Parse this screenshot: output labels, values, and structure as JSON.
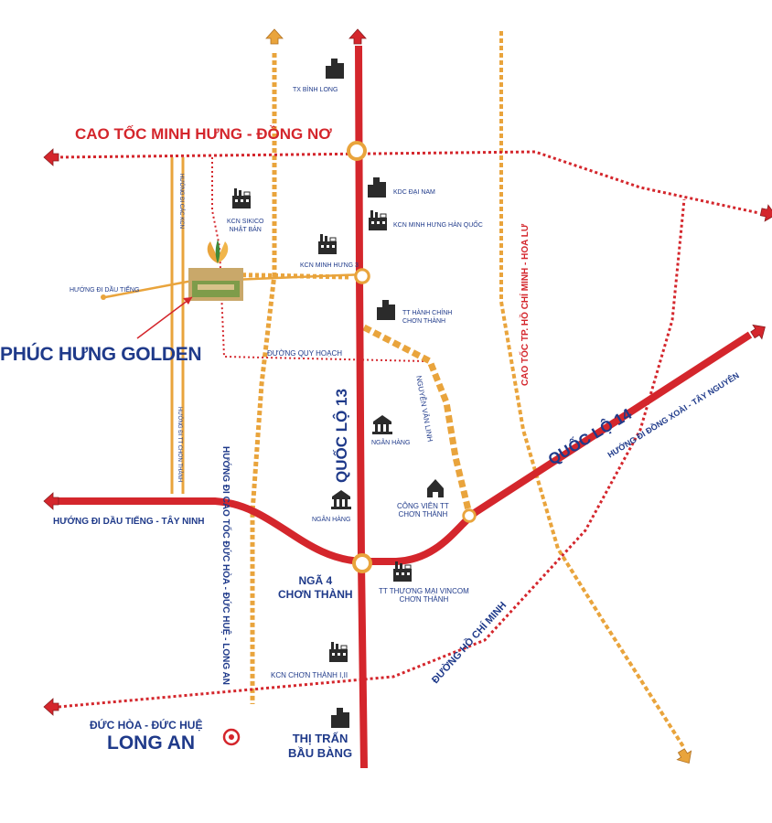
{
  "map": {
    "colors": {
      "highway_red": "#d4262c",
      "planned_red": "#d4262c",
      "orange_road": "#e9a43c",
      "label_blue": "#1f3a8a",
      "label_red": "#d4262c",
      "project_arrow": "#d4262c"
    },
    "project": {
      "name": "PHÚC HƯNG GOLDEN"
    },
    "roads": {
      "cao_toc_minh_hung_dong_no": "CAO TỐC MINH HƯNG - ĐỒNG NƠ",
      "quoc_lo_13": "QUỐC LỘ 13",
      "quoc_lo_14": "QUỐC LỘ 14",
      "cao_toc_hcm_hoa_lu": "CAO TỐC TP. HỒ CHÍ MINH - HOA LƯ",
      "duong_ho_chi_minh": "ĐƯỜNG HỒ CHÍ MINH",
      "duong_quy_hoach": "ĐƯỜNG QUY HOẠCH",
      "nguyen_van_linh": "NGUYỄN VĂN LINH",
      "huong_di_dong_xoai": "HƯỚNG ĐI ĐỒNG XOÀI - TÂY NGUYÊN",
      "huong_di_dau_tieng_tay_ninh": "HƯỚNG ĐI DẦU TIẾNG - TÂY NINH",
      "huong_di_cao_toc_duc_hoa": "HƯỚNG ĐI CAO TỐC ĐỨC HÒA - ĐỨC HUỆ - LONG AN",
      "huong_di_dau_tieng": "HƯỚNG ĐI DẦU TIẾNG",
      "huong_di_cac_kcn": "HƯỚNG ĐI CÁC KCN",
      "huong_di_tt_chon_thanh": "HƯỚNG ĐI TT CHƠN THÀNH"
    },
    "places": {
      "tx_binh_long": "TX BÌNH LONG",
      "kdc_dai_nam": "KDC ĐẠI NAM",
      "kcn_minh_hung_han_quoc": "KCN MINH HƯNG HÀN QUỐC",
      "kcn_sikico_1": "KCN SIKICO",
      "kcn_sikico_2": "NHẬT BẢN",
      "kcn_minh_hung_3": "KCN MINH HƯNG 3",
      "tt_hanh_chinh_1": "TT HÀNH CHÍNH",
      "tt_hanh_chinh_2": "CHƠN THÀNH",
      "ngan_hang_1": "NGÂN HÀNG",
      "ngan_hang_2": "NGÂN HÀNG",
      "cong_vien_1": "CÔNG VIÊN TT",
      "cong_vien_2": "CHƠN THÀNH",
      "nga4_1": "NGÃ 4",
      "nga4_2": "CHƠN THÀNH",
      "vincom_1": "TT THƯƠNG MẠI VINCOM",
      "vincom_2": "CHƠN THÀNH",
      "kcn_chon_thanh": "KCN CHƠN THÀNH I,II",
      "thi_tran_1": "THỊ TRẤN",
      "thi_tran_2": "BẦU BÀNG",
      "duc_hoa": "ĐỨC HÒA - ĐỨC HUỆ",
      "long_an": "LONG AN"
    },
    "icons": [
      "city-icon",
      "factory-icon",
      "government-icon",
      "bank-icon",
      "park-icon",
      "mall-icon",
      "target-icon",
      "roundabout-icon",
      "arrow-icon"
    ]
  }
}
